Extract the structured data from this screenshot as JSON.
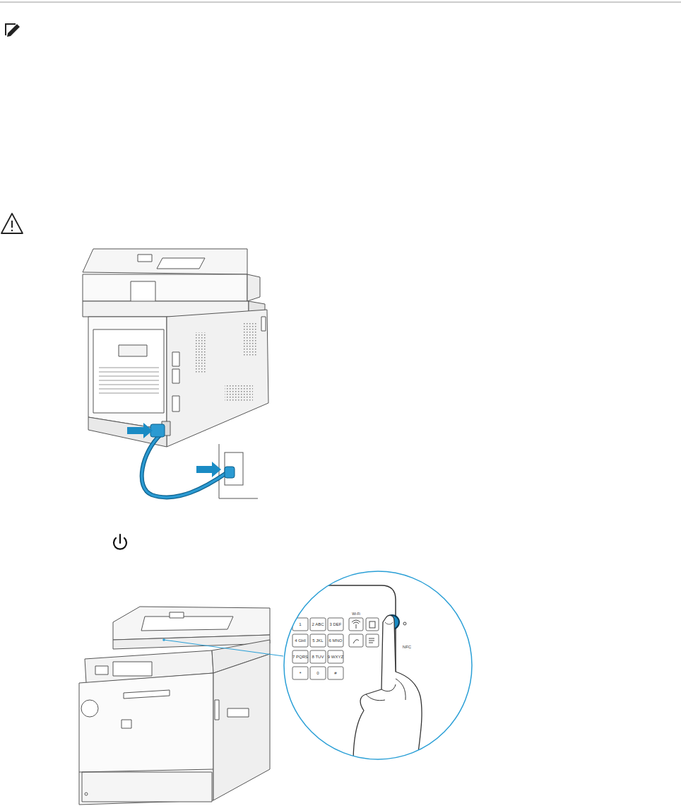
{
  "diagram": {
    "labels": [
      "1",
      "2 ABC",
      "3 DEF",
      "4 GHI",
      "5 JKL",
      "6 MNO",
      "7 PQRS",
      "8 TUV",
      "9 WXYZ",
      "*",
      "0",
      "#",
      "Wi-Fi",
      "NFC"
    ]
  }
}
